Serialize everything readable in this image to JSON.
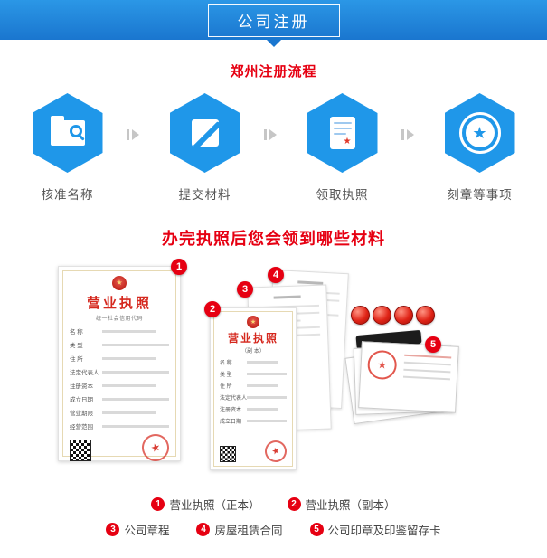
{
  "theme": {
    "header_blue": "#1a76cf",
    "hex_blue": "#1f97e9",
    "accent_red": "#e60012"
  },
  "header": {
    "title": "公司注册"
  },
  "flow": {
    "heading": "郑州注册流程",
    "steps": [
      {
        "label": "核准名称",
        "icon": "folder-search-icon"
      },
      {
        "label": "提交材料",
        "icon": "edit-pencil-icon"
      },
      {
        "label": "领取执照",
        "icon": "license-document-icon"
      },
      {
        "label": "刻章等事项",
        "icon": "star-medal-icon"
      }
    ]
  },
  "materials": {
    "heading": "办完执照后您会领到哪些材料",
    "license": {
      "title": "营业执照",
      "code_line": "统一社会信用代码",
      "copy_mark": "（副 本）",
      "fields": [
        "名 称",
        "类 型",
        "住 所",
        "法定代表人",
        "注册资本",
        "成立日期",
        "营业期限",
        "经营范围"
      ]
    },
    "legend": [
      {
        "num": "1",
        "label": "营业执照（正本）"
      },
      {
        "num": "2",
        "label": "营业执照（副本）"
      },
      {
        "num": "3",
        "label": "公司章程"
      },
      {
        "num": "4",
        "label": "房屋租赁合同"
      },
      {
        "num": "5",
        "label": "公司印章及印鉴留存卡"
      }
    ]
  }
}
